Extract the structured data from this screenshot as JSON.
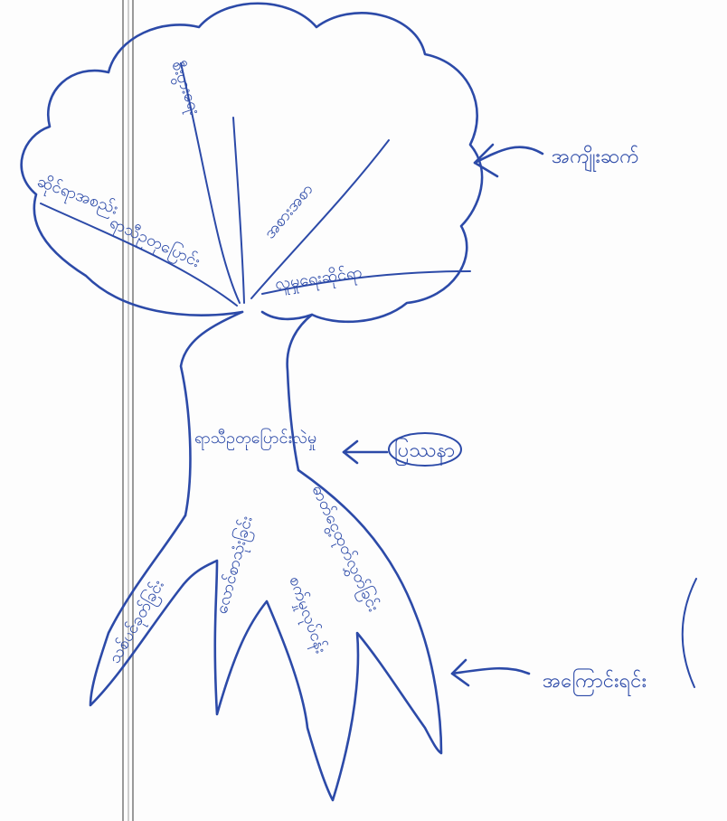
{
  "colors": {
    "ink": "#2c4aa8",
    "paper": "#fdfdfd",
    "margin_line": "#8f8f8f"
  },
  "diagram": {
    "type": "hand-drawn tree diagram",
    "labels": {
      "canopy": "အကျိုးဆက်",
      "trunk": "ပြဿနာ",
      "roots": "အကြောင်းရင်း"
    },
    "canopy_branches": [
      "ဆိုင်ရာအစည်း",
      "ရာသီဥတုပြောင်း",
      "စီးပွားရေး",
      "အစားအစာ",
      "လူမှုရေးဆိုင်ရာ"
    ],
    "trunk_text": "ရာသီဥတုပြောင်းလဲမှု",
    "root_branches": [
      "သစ်ပင်ခုတ်ခြင်း",
      "လောင်စာသုံးခြင်း",
      "စက်မှုလုပ်ငန်း",
      "ဓာတ်ငွေ့ထုတ်လွှတ်ခြင်း"
    ]
  }
}
